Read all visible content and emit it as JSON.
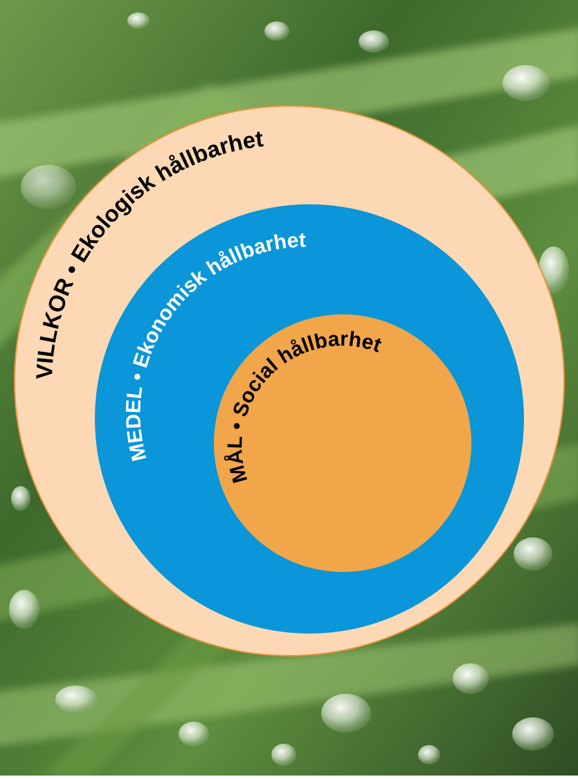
{
  "background": {
    "description_icon": "dewy-grass-photo",
    "colors": {
      "dark": "#2c4a22",
      "mid": "#5d8a3c",
      "light": "#a9cf7e",
      "drop": "#eef5ea"
    }
  },
  "rings": {
    "outer": {
      "label": "VILLKOR • Ekologisk hållbarhet",
      "fill": "#fcd9b4",
      "stroke": "#e8923c",
      "text_color": "#000000"
    },
    "middle": {
      "label": "MEDEL • Ekonomisk hållbarhet",
      "fill": "#0a96d8",
      "text_color": "#ffffff"
    },
    "inner": {
      "label": "MÅL • Social hållbarhet",
      "fill": "#f2a64a",
      "text_color": "#000000"
    }
  }
}
